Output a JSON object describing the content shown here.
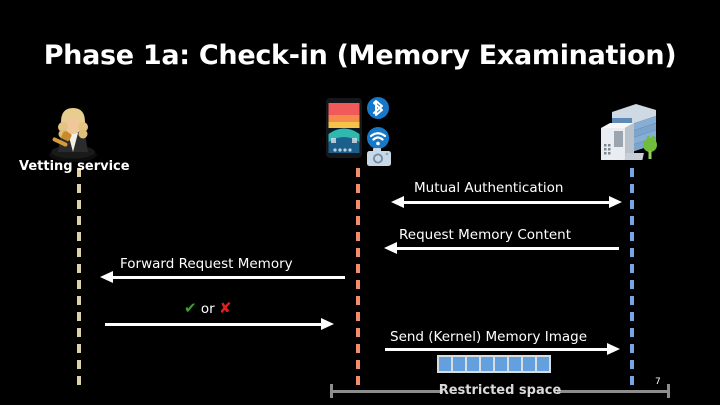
{
  "slide": {
    "title": "Phase 1a: Check-in (Memory Examination)",
    "page_number": "7",
    "background_color": "#000000"
  },
  "actors": [
    {
      "id": "vetting-service",
      "label": "Vetting service",
      "icon": "judge-gavel-icon",
      "lifeline_color": "#e0d2a0"
    },
    {
      "id": "mobile-device",
      "label": "",
      "icon": "smartphone-icon",
      "lifeline_color": "#ef8f6c",
      "peripheral_icons": [
        "bluetooth-icon",
        "wifi-icon",
        "camera-icon"
      ]
    },
    {
      "id": "server",
      "label": "",
      "icon": "server-rack-icon",
      "lifeline_color": "#7aa4e8"
    }
  ],
  "messages": [
    {
      "id": "mutual-authentication",
      "label": "Mutual Authentication",
      "direction": "bidirectional",
      "from": "mobile-device",
      "to": "server"
    },
    {
      "id": "request-memory-content",
      "label": "Request Memory Content",
      "direction": "left",
      "from": "server",
      "to": "mobile-device"
    },
    {
      "id": "forward-request-memory",
      "label": "Forward Request Memory",
      "direction": "left",
      "from": "mobile-device",
      "to": "vetting-service"
    },
    {
      "id": "verdict",
      "label_check": "✔",
      "label_or": "or",
      "label_cross": "✘",
      "check_color": "#3f9e2f",
      "cross_color": "#e21f1f",
      "direction": "right",
      "from": "vetting-service",
      "to": "mobile-device"
    },
    {
      "id": "send-kernel-memory-image",
      "label": "Send (Kernel) Memory Image",
      "direction": "right",
      "from": "mobile-device",
      "to": "server"
    }
  ],
  "memory": {
    "block_count": 8,
    "block_color": "#63a0dd",
    "frame_color": "#d8dde2"
  },
  "restricted_region": {
    "label": "Restricted space",
    "bracket_color": "#8d8d8d"
  }
}
